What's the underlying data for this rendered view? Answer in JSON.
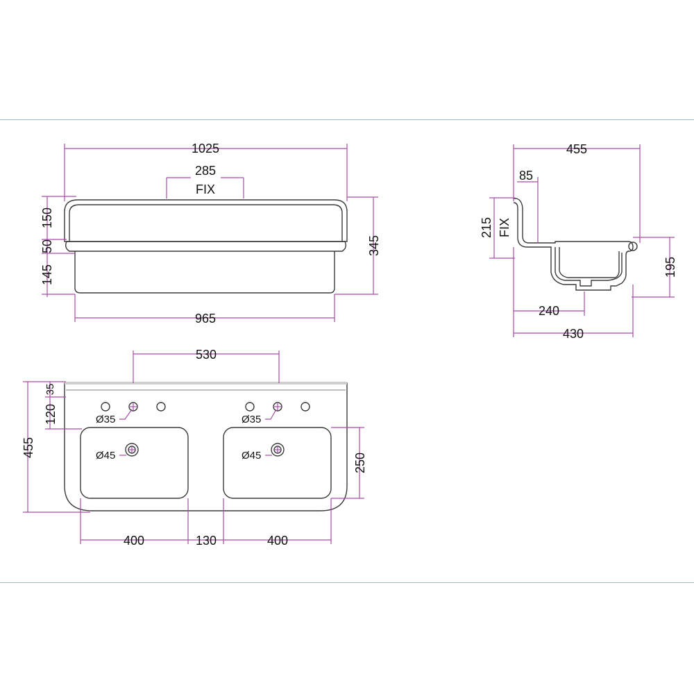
{
  "colors": {
    "object_line": "#3a3a3a",
    "dimension_line": "#a64ca6",
    "frame": "#9fb6c6"
  },
  "front_view": {
    "width_total": "1025",
    "fix_width": "285",
    "fix_label": "FIX",
    "h_top": "150",
    "h_mid": "50",
    "h_bottom": "145",
    "h_total": "345",
    "bowl_width": "965"
  },
  "side_view": {
    "depth_total": "455",
    "back_offset": "85",
    "fix_height": "215",
    "fix_label": "FIX",
    "bowl_height": "195",
    "depth_240": "240",
    "depth_430": "430"
  },
  "plan_view": {
    "tap_spacing": "530",
    "back_depth": "35",
    "tap_row_offset": "120",
    "total_depth": "455",
    "bowl_depth": "250",
    "bowl_width_left": "400",
    "bowl_gap": "130",
    "bowl_width_right": "400",
    "tap_hole_left": "Ø35",
    "tap_hole_right": "Ø35",
    "waste_left": "Ø45",
    "waste_right": "Ø45"
  }
}
